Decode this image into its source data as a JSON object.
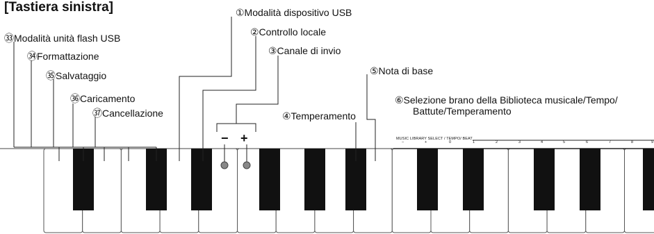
{
  "title": "[Tastiera sinistra]",
  "labels": {
    "l1": "①Modalità dispositivo USB",
    "l2": "②Controllo locale",
    "l3": "③Canale di invio",
    "l4": "④Temperamento",
    "l5": "⑤Nota di base",
    "l6a": "⑥Selezione brano della Biblioteca musicale/Tempo/",
    "l6b": "Battute/Temperamento",
    "l33": "㉝Modalità unità flash USB",
    "l34": "㉞Formattazione",
    "l35": "㉟Salvataggio",
    "l36": "㊱Caricamento",
    "l37": "㊲Cancellazione"
  },
  "panel": {
    "minus": "−",
    "plus": "+",
    "strip_label": "MUSIC LIBRARY SELECT / TEMPO/ BEAT",
    "strip_marks": [
      "−",
      "+",
      "0",
      "1",
      "2",
      "3",
      "4",
      "5",
      "6",
      "7",
      "8",
      "9"
    ]
  }
}
